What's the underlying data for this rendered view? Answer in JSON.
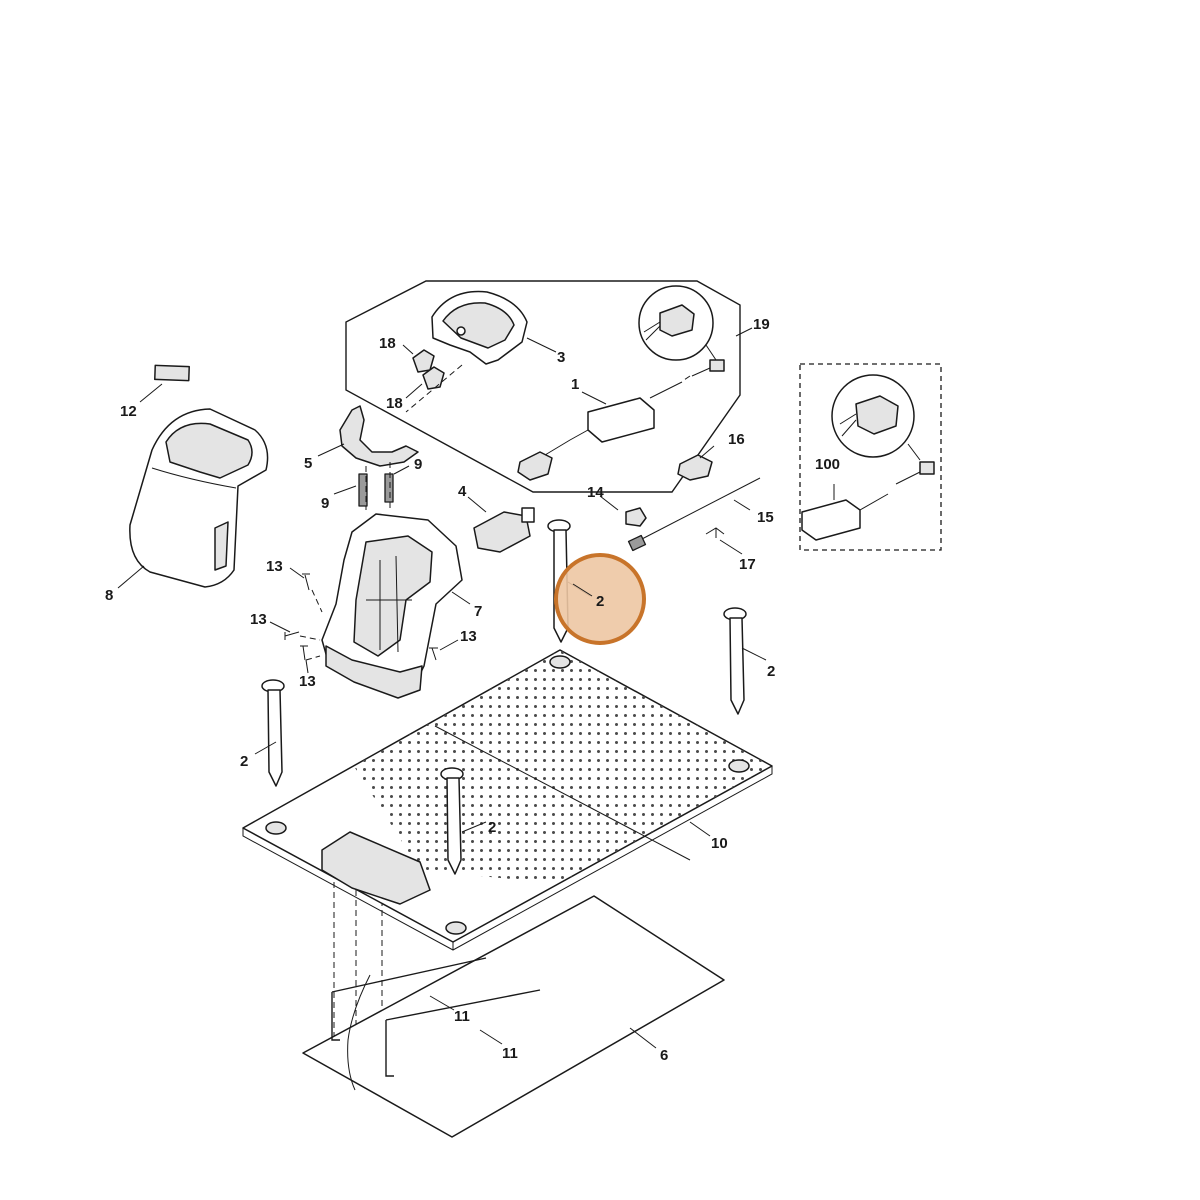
{
  "callouts": {
    "p1": "1",
    "p2_highlight": "2",
    "p2_right": "2",
    "p2_left": "2",
    "p2_center": "2",
    "p3": "3",
    "p4": "4",
    "p5": "5",
    "p6": "6",
    "p7": "7",
    "p8": "8",
    "p9_left": "9",
    "p9_right": "9",
    "p10": "10",
    "p11_upper": "11",
    "p11_lower": "11",
    "p12": "12",
    "p13_top": "13",
    "p13_mid": "13",
    "p13_right": "13",
    "p13_bottom": "13",
    "p14": "14",
    "p15": "15",
    "p16": "16",
    "p17": "17",
    "p18_upper": "18",
    "p18_lower": "18",
    "p19": "19",
    "p100": "100"
  },
  "highlight": {
    "target_part": "2",
    "color": "#c8742a",
    "fill": "#edc7a3"
  },
  "colors": {
    "line": "#1a1a1a",
    "background": "#ffffff"
  }
}
